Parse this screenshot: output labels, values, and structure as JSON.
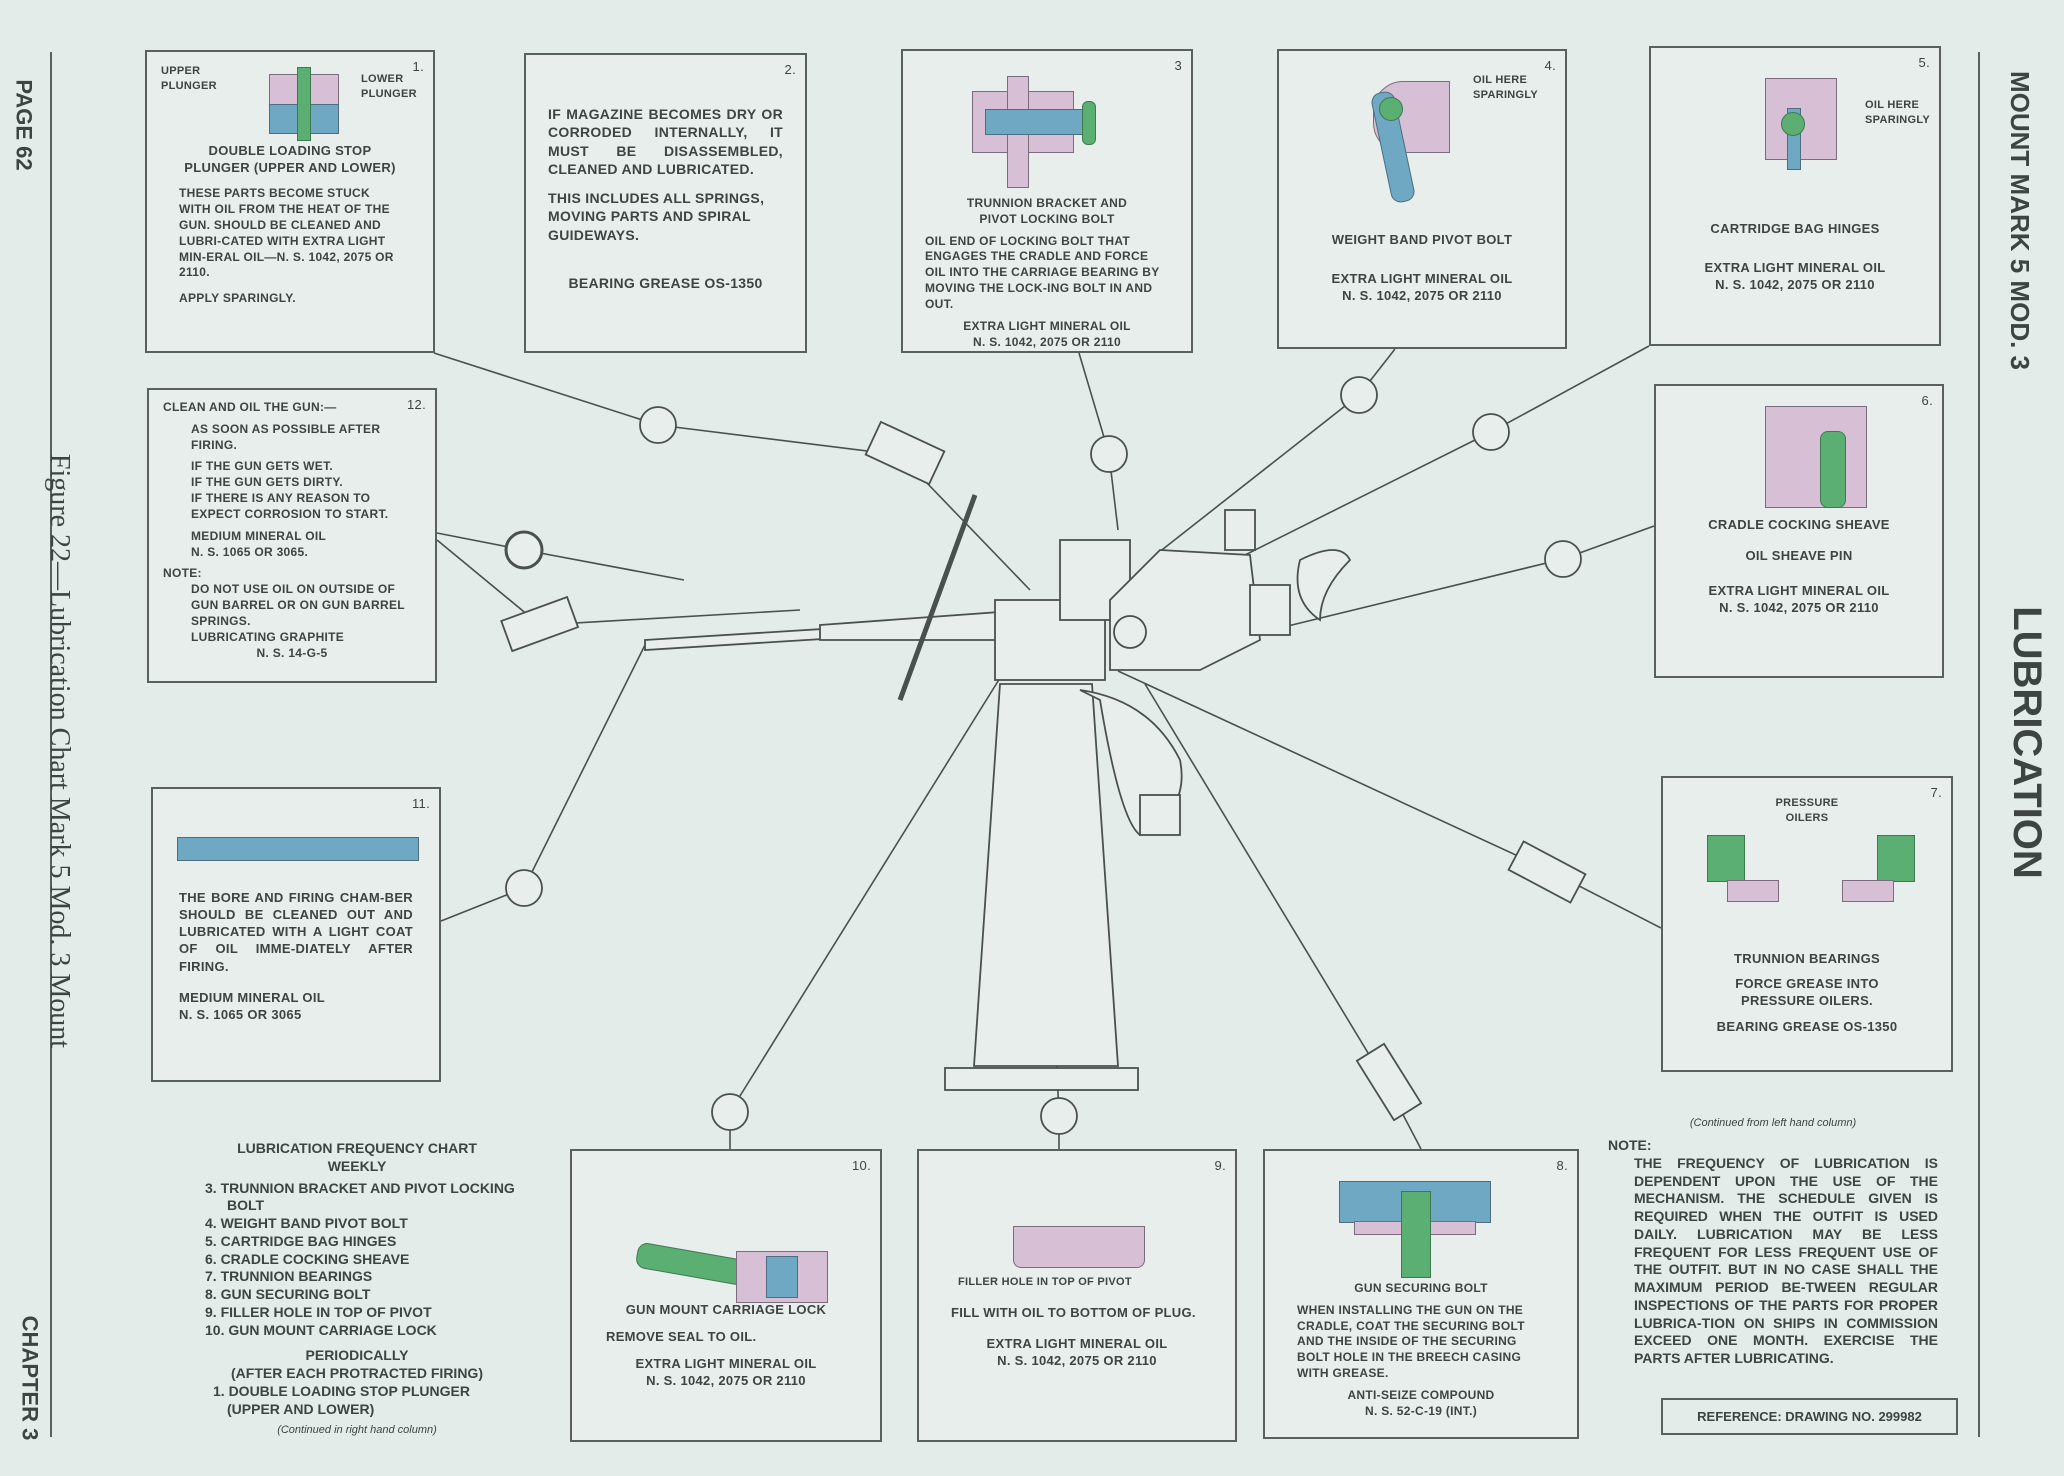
{
  "side": {
    "page": "PAGE 62",
    "chapter": "CHAPTER 3",
    "figure_caption": "Figure 22—Lubrication Chart Mark 5 Mod. 3 Mount",
    "mount_title": "MOUNT MARK 5 MOD. 3",
    "section_title": "LUBRICATION"
  },
  "boxes": {
    "b1": {
      "num": "1.",
      "upper": "UPPER PLUNGER",
      "lower": "LOWER PLUNGER",
      "title": "DOUBLE LOADING STOP PLUNGER (UPPER AND LOWER)",
      "body": "THESE PARTS BECOME STUCK WITH OIL FROM THE HEAT OF THE GUN. SHOULD BE CLEANED AND LUBRI-CATED WITH EXTRA LIGHT MIN-ERAL OIL—N. S. 1042, 2075 OR 2110.",
      "apply": "APPLY SPARINGLY."
    },
    "b2": {
      "num": "2.",
      "body1": "IF MAGAZINE BECOMES DRY OR CORRODED INTERNALLY, IT MUST BE DISASSEMBLED, CLEANED AND LUBRICATED.",
      "body2": "THIS INCLUDES ALL SPRINGS, MOVING PARTS AND SPIRAL GUIDEWAYS.",
      "lube": "BEARING GREASE OS-1350"
    },
    "b3": {
      "num": "3",
      "title": "TRUNNION BRACKET AND PIVOT LOCKING BOLT",
      "body": "OIL END OF LOCKING BOLT THAT ENGAGES THE CRADLE AND FORCE OIL INTO THE CARRIAGE BEARING BY MOVING THE LOCK-ING BOLT IN AND OUT.",
      "lube": "EXTRA LIGHT MINERAL OIL",
      "ns": "N. S. 1042, 2075 OR 2110"
    },
    "b4": {
      "num": "4.",
      "callout": "OIL HERE SPARINGLY",
      "title": "WEIGHT BAND PIVOT BOLT",
      "lube": "EXTRA LIGHT MINERAL OIL",
      "ns": "N. S. 1042, 2075 OR 2110"
    },
    "b5": {
      "num": "5.",
      "callout": "OIL HERE SPARINGLY",
      "title": "CARTRIDGE BAG HINGES",
      "lube": "EXTRA LIGHT MINERAL OIL",
      "ns": "N. S. 1042, 2075 OR 2110"
    },
    "b6": {
      "num": "6.",
      "title": "CRADLE COCKING SHEAVE",
      "pin": "OIL SHEAVE PIN",
      "lube": "EXTRA LIGHT MINERAL OIL",
      "ns": "N. S. 1042, 2075 OR 2110"
    },
    "b7": {
      "num": "7.",
      "callout": "PRESSURE OILERS",
      "title": "TRUNNION BEARINGS",
      "body": "FORCE GREASE INTO PRESSURE OILERS.",
      "lube": "BEARING GREASE OS-1350"
    },
    "b8": {
      "num": "8.",
      "title": "GUN SECURING BOLT",
      "body": "WHEN INSTALLING THE GUN ON THE CRADLE, COAT THE SECURING BOLT AND THE INSIDE OF THE SECURING BOLT HOLE IN THE BREECH CASING WITH GREASE.",
      "lube": "ANTI-SEIZE COMPOUND",
      "ns": "N. S. 52-C-19 (INT.)"
    },
    "b9": {
      "num": "9.",
      "callout": "FILLER HOLE IN TOP OF PIVOT",
      "body": "FILL WITH OIL TO BOTTOM OF PLUG.",
      "lube": "EXTRA LIGHT MINERAL OIL",
      "ns": "N. S. 1042, 2075 OR 2110"
    },
    "b10": {
      "num": "10.",
      "title": "GUN MOUNT CARRIAGE LOCK",
      "body": "REMOVE SEAL TO OIL.",
      "lube": "EXTRA LIGHT MINERAL OIL",
      "ns": "N. S. 1042, 2075 OR 2110"
    },
    "b11": {
      "num": "11.",
      "body": "THE BORE AND FIRING CHAM-BER SHOULD BE CLEANED OUT AND LUBRICATED WITH A LIGHT COAT OF OIL IMME-DIATELY AFTER FIRING.",
      "lube": "MEDIUM MINERAL OIL",
      "ns": "N. S. 1065 OR 3065"
    },
    "b12": {
      "num": "12.",
      "head": "CLEAN AND OIL THE GUN:—",
      "l1": "AS SOON AS POSSIBLE AFTER FIRING.",
      "l2": "IF THE GUN GETS WET.",
      "l3": "IF THE GUN GETS DIRTY.",
      "l4": "IF THERE IS ANY REASON TO EXPECT CORROSION TO START.",
      "lube": "MEDIUM MINERAL OIL",
      "ns": "N. S. 1065 OR 3065.",
      "note": "NOTE:",
      "note_body": "DO NOT USE OIL ON OUTSIDE OF GUN BARREL OR ON GUN BARREL SPRINGS.",
      "graphite": "LUBRICATING GRAPHITE",
      "graphite_ns": "N. S. 14-G-5"
    }
  },
  "frequency": {
    "title": "LUBRICATION FREQUENCY CHART WEEKLY",
    "weekly": [
      "3. TRUNNION BRACKET AND PIVOT LOCKING BOLT",
      "4. WEIGHT BAND PIVOT BOLT",
      "5. CARTRIDGE BAG HINGES",
      "6. CRADLE COCKING SHEAVE",
      "7. TRUNNION BEARINGS",
      "8. GUN SECURING BOLT",
      "9. FILLER HOLE IN TOP OF PIVOT",
      "10. GUN MOUNT CARRIAGE LOCK"
    ],
    "periodic_title": "PERIODICALLY",
    "periodic_sub": "(AFTER EACH PROTRACTED FIRING)",
    "periodic": [
      "1. DOUBLE LOADING STOP PLUNGER (UPPER AND LOWER)"
    ],
    "continued": "(Continued in right hand column)"
  },
  "note": {
    "continued": "(Continued from left hand column)",
    "label": "NOTE:",
    "body": "THE FREQUENCY OF LUBRICATION IS DEPENDENT UPON THE USE OF THE MECHANISM. THE SCHEDULE GIVEN IS REQUIRED WHEN THE OUTFIT IS USED DAILY. LUBRICATION MAY BE LESS FREQUENT FOR LESS FREQUENT USE OF THE OUTFIT. BUT IN NO CASE SHALL THE MAXIMUM PERIOD BE-TWEEN REGULAR INSPECTIONS OF THE PARTS FOR PROPER LUBRICA-TION ON SHIPS IN COMMISSION EXCEED ONE MONTH. EXERCISE THE PARTS AFTER LUBRICATING.",
    "reference": "REFERENCE: DRAWING NO. 299982"
  },
  "colors": {
    "paper": "#e4ecea",
    "ink": "#3d4442",
    "pink": "#d7bfd6",
    "blue": "#6fa8c2",
    "green": "#5caf72"
  }
}
